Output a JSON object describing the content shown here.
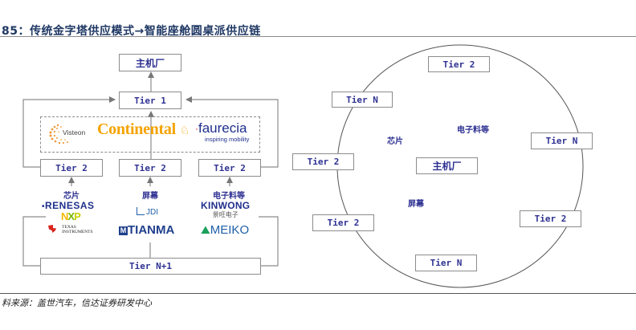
{
  "title": "85：传统金字塔供应模式→智能座舱圆桌派供应链",
  "source": "料来源：盖世汽车，信达证券研发中心",
  "colors": {
    "label": "#2e3192",
    "line": "#8c8c8c",
    "continental": "#f5a300",
    "faurecia": "#1f2f8c",
    "tianma": "#1f3f8c"
  },
  "pyramid": {
    "oem": "主机厂",
    "tier1": "Tier 1",
    "tier1_suppliers": {
      "visteon": "Visteon",
      "continental": "Continental",
      "faurecia": "faurecia",
      "faurecia_tagline": "inspiring mobility"
    },
    "tier2": [
      "Tier 2",
      "Tier 2",
      "Tier 2"
    ],
    "categories": [
      "芯片",
      "屏幕",
      "电子料等"
    ],
    "chip_logos": {
      "renesas": "RENESAS",
      "nxp": "NXP",
      "ti_line1": "TEXAS",
      "ti_line2": "INSTRUMENTS"
    },
    "screen_logos": {
      "jdi": "JDI",
      "tianma": "TIANMA"
    },
    "electronics_logos": {
      "kinwong": "KINWONG",
      "kinwong_cn": "景旺电子",
      "meiko": "MEIKO"
    },
    "tierN1": "Tier N+1"
  },
  "roundtable": {
    "center": "主机厂",
    "nodes": [
      "Tier 2",
      "Tier N",
      "Tier N",
      "Tier 2",
      "Tier 2",
      "Tier 2",
      "Tier N"
    ],
    "labels": [
      "芯片",
      "电子料等",
      "屏幕"
    ]
  }
}
